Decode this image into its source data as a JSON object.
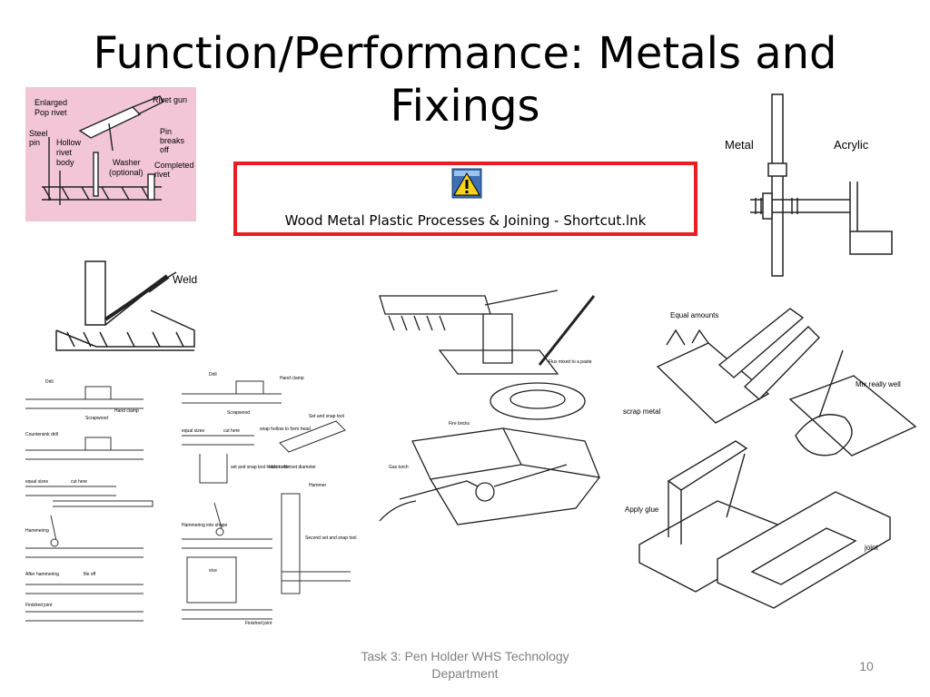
{
  "slide": {
    "title": "Function/Performance: Metals and Fixings",
    "footer": "Task 3: Pen Holder WHS Technology Department",
    "slide_number": "10"
  },
  "shortcut": {
    "label": "Wood Metal Plastic Processes & Joining - Shortcut.lnk",
    "icon": "warning-icon"
  },
  "figures": {
    "pop_rivet": {
      "enlarged": "Enlarged",
      "pop_rivet": "Pop rivet",
      "rivet_gun": "Rivet gun",
      "steel": "Steel",
      "pin": "pin",
      "hollow": "Hollow",
      "rivet": "rivet",
      "body": "body",
      "pin_label": "Pin",
      "breaks": "breaks",
      "off": "off",
      "washer": "Washer",
      "optional": "(optional)",
      "completed": "Completed",
      "rivet2": "rivet"
    },
    "bolt": {
      "metal": "Metal",
      "acrylic": "Acrylic"
    },
    "weld": {
      "weld": "Weld"
    },
    "riveting_a": {
      "drill": "Drill",
      "hand_clamp": "Hand clamp",
      "scrapwood": "Scrapwood",
      "countersink": "Countersink drill",
      "equal_sizes": "equal sizes",
      "cut_here": "cut here",
      "hammering": "Hammering",
      "after_hammering": "After hammering",
      "file_off": "file off",
      "finished_joint": "Finished joint"
    },
    "riveting_b": {
      "drill": "Drill",
      "hand_clamp": "Hand clamp",
      "scrapwood": "Scrapwood",
      "equal_sizes": "equal sizes",
      "cut_here": "cut here",
      "snap_hollow": "snap hollow to form head",
      "set_snap": "Set and snap tool",
      "set_snap_held": "set and snap tool held in vice",
      "hole": "hole to fit rivet diameter",
      "hammer": "Hammer",
      "hammering_shape": "Hammering into shape",
      "vice": "vice",
      "second_set": "Second set and snap tool",
      "finished_joint": "Finished joint"
    },
    "brazing": {
      "flux": "Flux mixed to a paste",
      "fire_bricks": "Fire bricks",
      "gas_torch": "Gas torch"
    },
    "epoxy": {
      "equal_amounts": "Equal amounts",
      "scrap_metal": "scrap metal",
      "mix_really_well": "Mix really well",
      "apply_glue": "Apply glue",
      "joint": "joint"
    }
  }
}
